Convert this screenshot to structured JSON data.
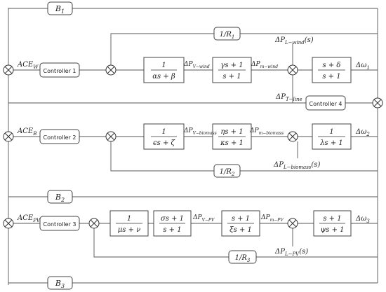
{
  "controllers": {
    "c1": "Controller 1",
    "c2": "Controller 2",
    "c3": "Controller 3",
    "c4": "Controller 4"
  },
  "gain_boxes": {
    "b1": {
      "main": "B",
      "sub": "1"
    },
    "b2": {
      "main": "B",
      "sub": "2"
    },
    "b3": {
      "main": "B",
      "sub": "3"
    },
    "r1": {
      "main": "1/R",
      "sub": "1"
    },
    "r2": {
      "main": "1/R",
      "sub": "2"
    },
    "r3": {
      "main": "1/R",
      "sub": "3"
    }
  },
  "transfer_functions": {
    "wind_gov": {
      "num": "1",
      "den": "αs + β"
    },
    "wind_turb": {
      "num": "γs + 1",
      "den": "s + 1"
    },
    "wind_load": {
      "num": "s + δ",
      "den": "s + 1"
    },
    "biomass_gov": {
      "num": "1",
      "den": "ϵs + ζ"
    },
    "biomass_turb": {
      "num": "ηs + 1",
      "den": "κs + 1"
    },
    "biomass_load": {
      "num": "1",
      "den": "λs + 1"
    },
    "pv_gov": {
      "num": "1",
      "den": "μs + ν"
    },
    "pv_stage2": {
      "num": "σs + 1",
      "den": "s + 1"
    },
    "pv_turb": {
      "num": "s + 1",
      "den": "ξs + 1"
    },
    "pv_load": {
      "num": "s + 1",
      "den": "ψs + 1"
    }
  },
  "signals": {
    "ace_w": {
      "main": "ACE",
      "sub": "W"
    },
    "ace_b": {
      "main": "ACE",
      "sub": "B"
    },
    "ace_pv": {
      "main": "ACE",
      "sub": "PV"
    },
    "pv_wind": {
      "main": "ΔP",
      "sub": "V−wind"
    },
    "pm_wind": {
      "main": "ΔP",
      "sub": "m−wind"
    },
    "pl_wind": {
      "main": "ΔP",
      "sub": "L−wind",
      "suffix": "(s)"
    },
    "dw1": {
      "main": "Δω",
      "sub": "1"
    },
    "pt_line": {
      "main": "ΔP",
      "sub": "T−line"
    },
    "pv_bio": {
      "main": "ΔP",
      "sub": "V−biomass"
    },
    "pm_bio": {
      "main": "ΔP",
      "sub": "m−biomass"
    },
    "pl_bio": {
      "main": "ΔP",
      "sub": "L−biomass",
      "suffix": "(s)"
    },
    "dw2": {
      "main": "Δω",
      "sub": "2"
    },
    "pv_pv": {
      "main": "ΔP",
      "sub": "V−PV"
    },
    "pm_pv": {
      "main": "ΔP",
      "sub": "m−PV"
    },
    "pl_pv": {
      "main": "ΔP",
      "sub": "L−PV",
      "suffix": "(s)"
    },
    "dw3": {
      "main": "Δω",
      "sub": "3"
    }
  }
}
